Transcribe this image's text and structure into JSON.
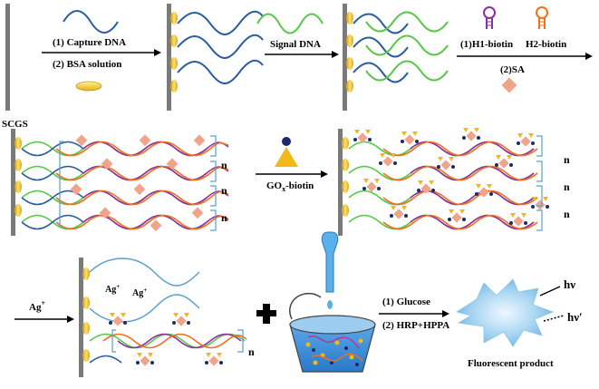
{
  "labels": {
    "surface": "SCGS",
    "step1a": "(1) Capture DNA",
    "step1b": "(2) BSA solution",
    "step2": "Signal DNA",
    "step3_h1": "(1)H1-biotin",
    "step3_h2": "H2-biotin",
    "step3_sa": "(2)SA",
    "gox_prefix": "GO",
    "gox_sub": "x",
    "gox_suffix": "-biotin",
    "n": "n",
    "ag_prefix": "Ag",
    "ag_sup": "+",
    "glucose": "(1) Glucose",
    "hrp": "(2) HRP+HPPA",
    "hv": "hν",
    "hv2": "hν′",
    "product": "Fluorescent product"
  },
  "colors": {
    "capture_dna": "#2a5d9f",
    "signal_dna": "#58c848",
    "h1": "#8e2fa0",
    "h2": "#f07020",
    "streptavidin": "#f0a48a",
    "gold": "#f0c020",
    "electrode": "#7a7a7a",
    "bracket": "#5aa0c8",
    "crystal": "#9fd0ee"
  },
  "icons": [
    "hairpin-h1-icon",
    "hairpin-h2-icon",
    "streptavidin-icon",
    "bsa-icon",
    "gox-biotin-icon",
    "dropper-icon",
    "petri-dish-icon",
    "plus-icon",
    "crystal-icon"
  ]
}
